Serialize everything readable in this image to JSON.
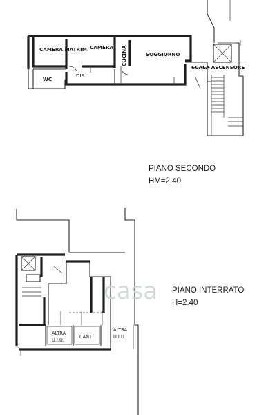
{
  "rooms": {
    "camera_matrim": "CAMERA MATRIM.",
    "camera": "CAMERA",
    "cucina": "CUCINA",
    "soggiorno": "SOGGIORNO",
    "wc": "WC",
    "dis": "DIS",
    "scala_ascensore": "SCALA ASCENSORE",
    "altra_uiu_left": [
      "ALTRA",
      "U.I.U."
    ],
    "cant": "CANT",
    "altra_uiu_right": [
      "ALTRA",
      "U.I.U."
    ]
  },
  "floors": {
    "second": {
      "title": "PIANO SECONDO",
      "height": "HM=2.40"
    },
    "basement": {
      "title": "PIANO INTERRATO",
      "height": "H=2.40"
    }
  },
  "watermark": "casa"
}
